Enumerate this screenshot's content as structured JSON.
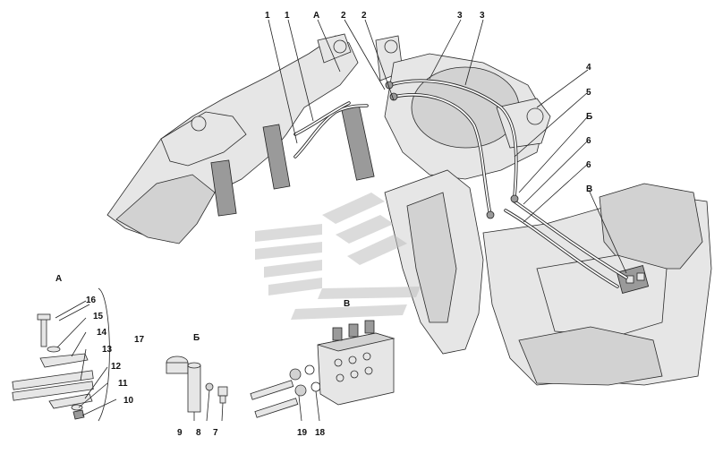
{
  "colors": {
    "background": "#ffffff",
    "linework": "#222222",
    "watermark": "#bdbdbd"
  },
  "watermark": {
    "name": "logo-watermark"
  },
  "callouts": [
    {
      "id": "c1a",
      "text": "1"
    },
    {
      "id": "c1b",
      "text": "1"
    },
    {
      "id": "cA",
      "text": "А"
    },
    {
      "id": "c2a",
      "text": "2"
    },
    {
      "id": "c2b",
      "text": "2"
    },
    {
      "id": "c3a",
      "text": "3"
    },
    {
      "id": "c3b",
      "text": "3"
    },
    {
      "id": "c4",
      "text": "4"
    },
    {
      "id": "c5",
      "text": "5"
    },
    {
      "id": "cB6",
      "text": "Б"
    },
    {
      "id": "c6a",
      "text": "6"
    },
    {
      "id": "c6b",
      "text": "6"
    },
    {
      "id": "cV",
      "text": "В"
    },
    {
      "id": "cVmid",
      "text": "В"
    }
  ],
  "detail_A": {
    "title": "А",
    "labels": [
      "16",
      "15",
      "14",
      "13",
      "12",
      "11",
      "10",
      "17"
    ]
  },
  "detail_B": {
    "title": "Б",
    "labels": [
      "9",
      "8",
      "7"
    ]
  },
  "detail_V": {
    "labels": [
      "19",
      "18"
    ]
  }
}
